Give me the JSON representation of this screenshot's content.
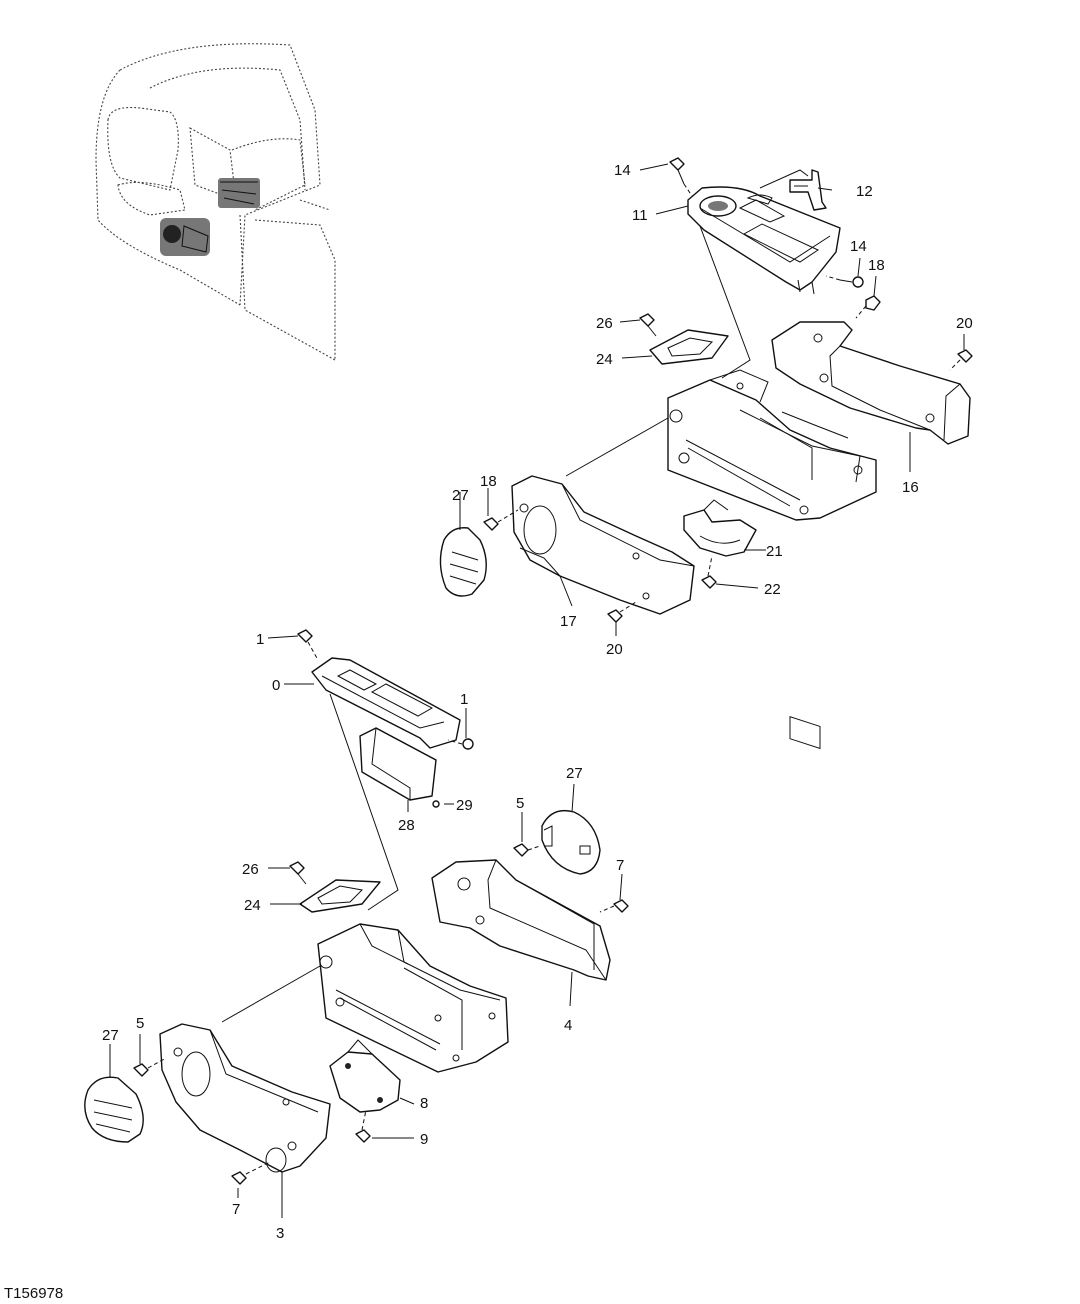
{
  "figure_ref": "T156978",
  "callouts": {
    "c0": "0",
    "c1a": "1",
    "c1b": "1",
    "c3": "3",
    "c4": "4",
    "c5a": "5",
    "c5b": "5",
    "c7a": "7",
    "c7b": "7",
    "c8": "8",
    "c9": "9",
    "c11": "11",
    "c12": "12",
    "c14a": "14",
    "c14b": "14",
    "c16": "16",
    "c17": "17",
    "c18a": "18",
    "c18b": "18",
    "c20a": "20",
    "c20b": "20",
    "c21": "21",
    "c22": "22",
    "c24a": "24",
    "c24b": "24",
    "c26a": "26",
    "c26b": "26",
    "c27a": "27",
    "c27b": "27",
    "c27c": "27",
    "c28": "28",
    "c29": "29"
  }
}
